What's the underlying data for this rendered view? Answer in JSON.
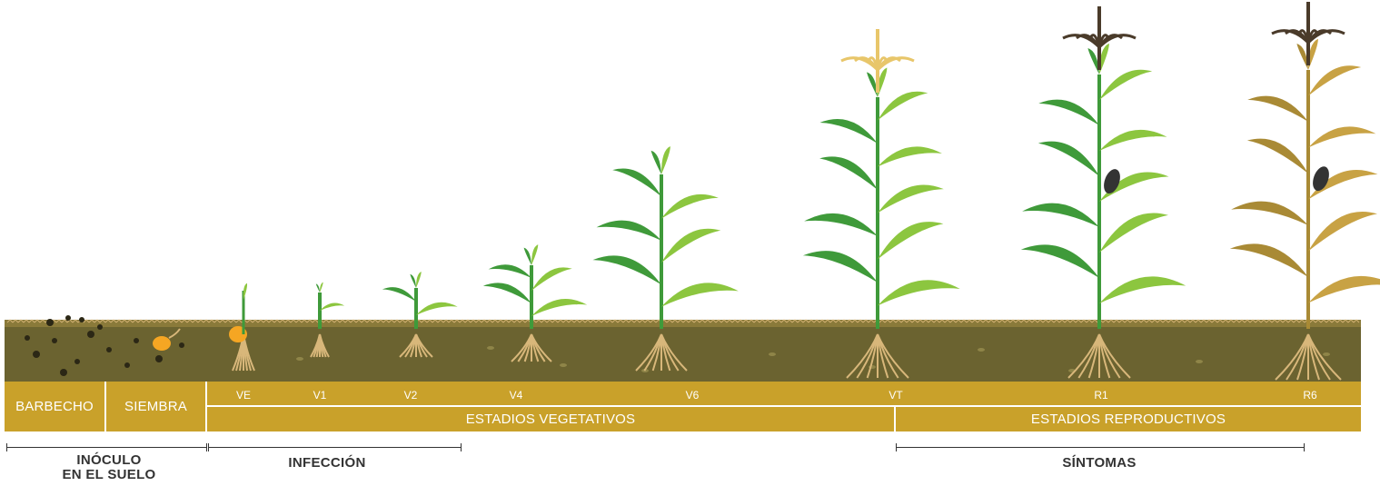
{
  "colors": {
    "soil": "#6b6330",
    "soil_top": "#8a7a3a",
    "band": "#c9a12a",
    "leaf_light": "#8cc63f",
    "leaf_dark": "#3f9a3a",
    "senescent": "#c8a244",
    "root": "#d8b77a",
    "tassel_fresh": "#e8c66a",
    "tassel_dark": "#4a3b2a",
    "seed": "#f5a623",
    "range_line": "#333333"
  },
  "labels": {
    "barbecho": "BARBECHO",
    "siembra": "SIEMBRA",
    "vegetativos": "ESTADIOS VEGETATIVOS",
    "reproductivos": "ESTADIOS REPRODUCTIVOS"
  },
  "stages": [
    {
      "code": "VE"
    },
    {
      "code": "V1"
    },
    {
      "code": "V2"
    },
    {
      "code": "V4"
    },
    {
      "code": "V6"
    },
    {
      "code": "VT"
    },
    {
      "code": "R1"
    },
    {
      "code": "R6"
    }
  ],
  "phases": {
    "inoculo_line1": "INÓCULO",
    "inoculo_line2": "EN EL SUELO",
    "infeccion": "INFECCIÓN",
    "sintomas": "SÍNTOMAS"
  }
}
